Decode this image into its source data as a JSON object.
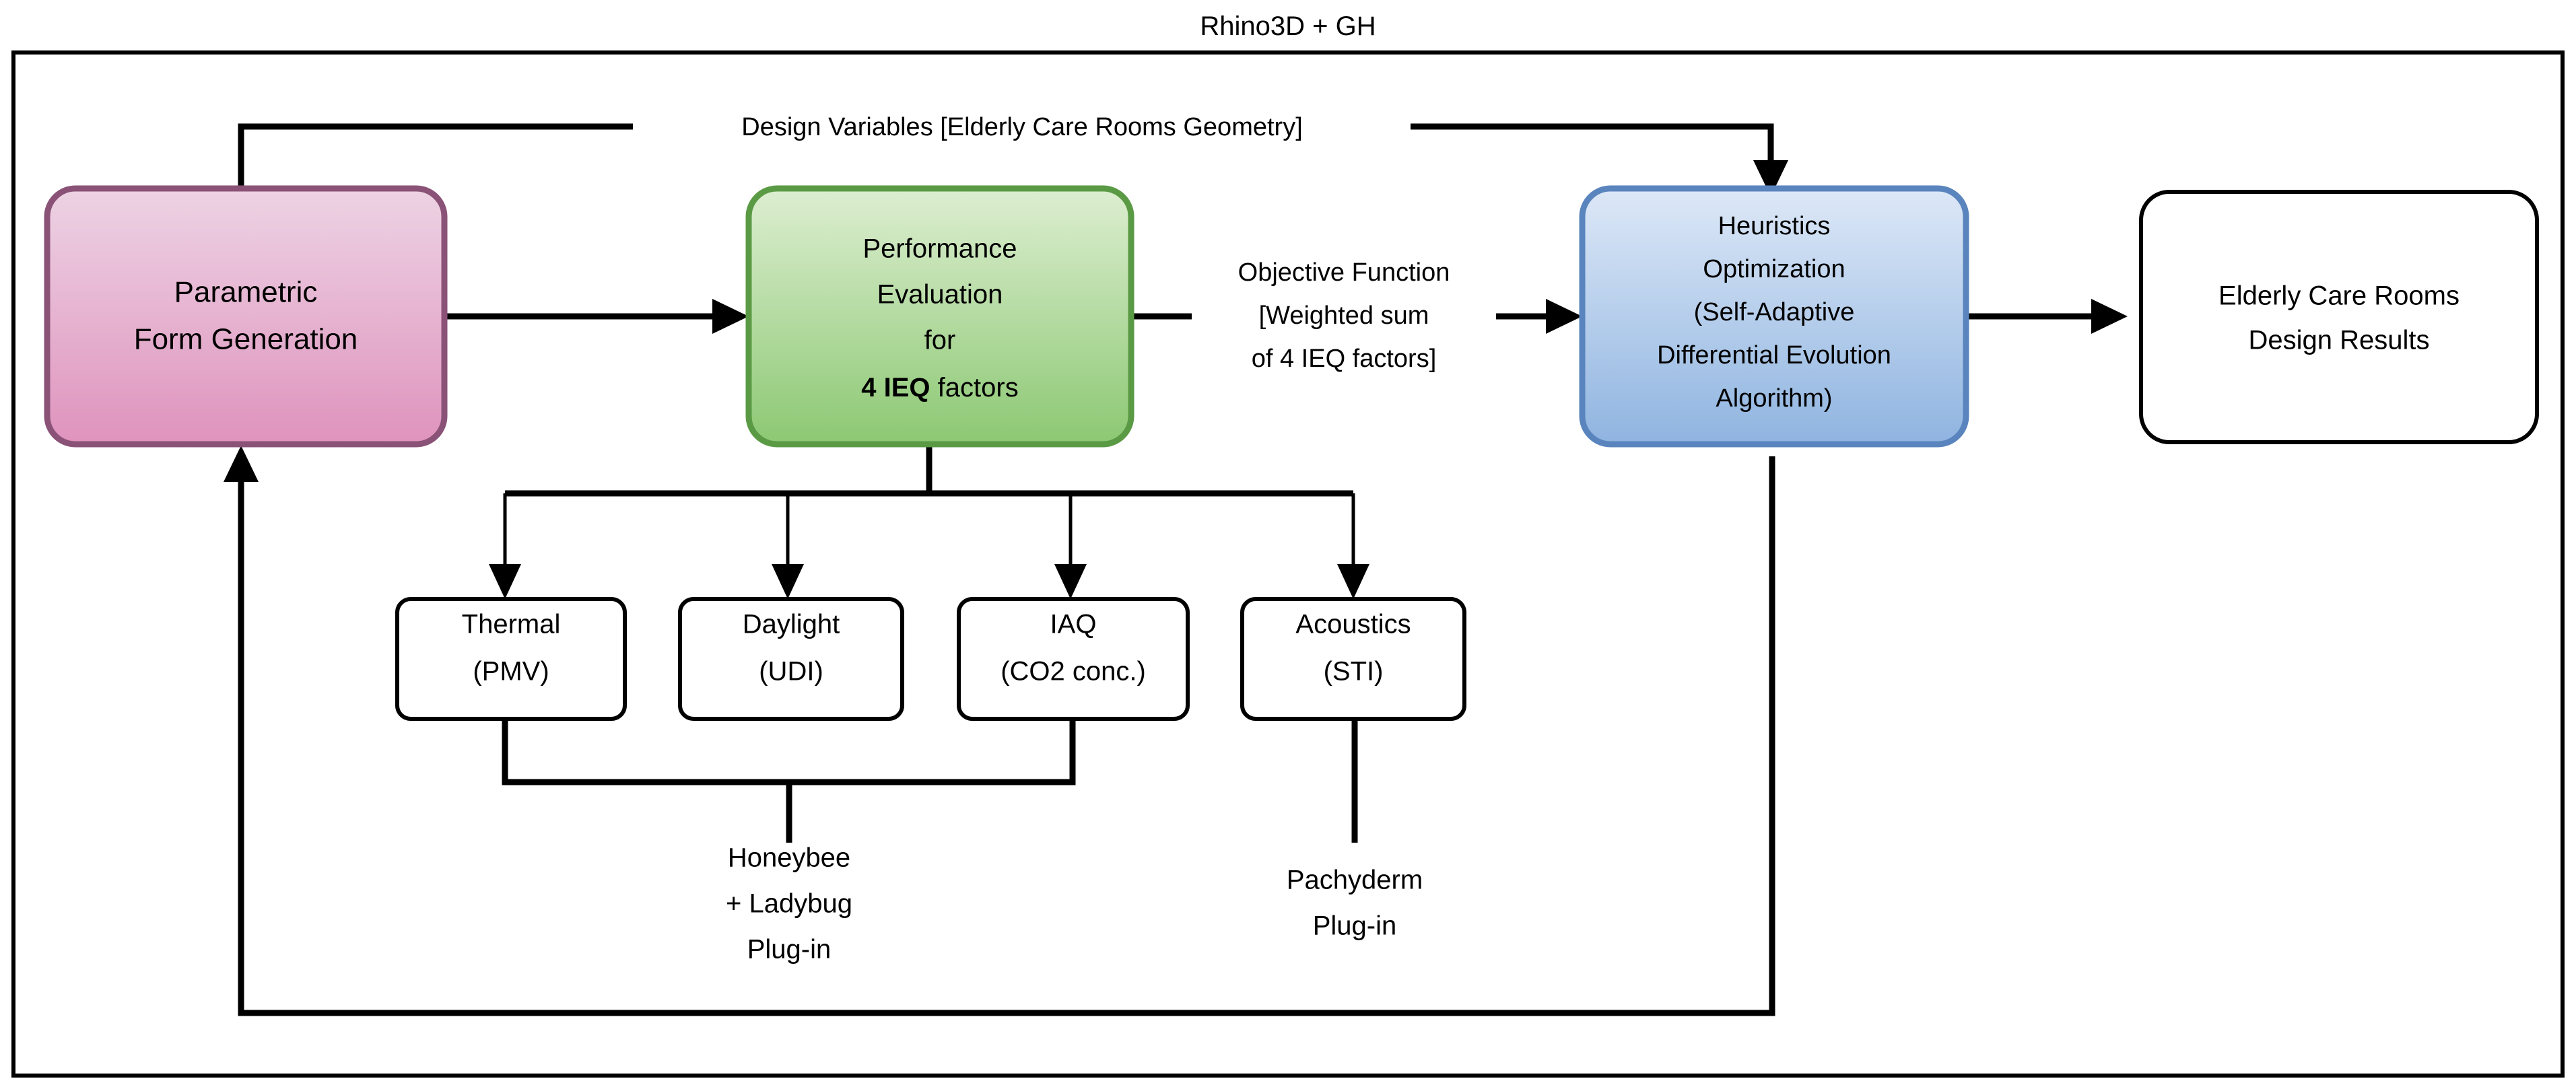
{
  "title": "Rhino3D + GH",
  "nodes": {
    "parametric": {
      "lines": [
        "Parametric",
        "Form Generation"
      ],
      "fill_top": "#edd3e4",
      "fill_bottom": "#df93bd",
      "stroke": "#8a5277"
    },
    "performance": {
      "lines": [
        "Performance",
        "Evaluation",
        "for"
      ],
      "bold_prefix": "4 IEQ",
      "tail": " factors",
      "fill_top": "#ddeed1",
      "fill_bottom": "#8cc873",
      "stroke": "#5a9a44"
    },
    "heuristics": {
      "lines": [
        "Heuristics",
        "Optimization",
        "(Self-Adaptive",
        "Differential Evolution",
        "Algorithm)"
      ],
      "fill_top": "#dde8f7",
      "fill_bottom": "#8fb4e0",
      "stroke": "#5a84bd"
    },
    "results": {
      "lines": [
        "Elderly Care Rooms",
        "Design Results"
      ],
      "fill": "#ffffff",
      "stroke": "#000000"
    }
  },
  "factors": [
    {
      "title": "Thermal",
      "metric": "(PMV)"
    },
    {
      "title": "Daylight",
      "metric": "(UDI)"
    },
    {
      "title": "IAQ",
      "metric": "(CO2 conc.)"
    },
    {
      "title": "Acoustics",
      "metric": "(STI)"
    }
  ],
  "edge_labels": {
    "design_variables": "Design Variables [Elderly Care Rooms Geometry]",
    "objective_function_line1": "Objective Function",
    "objective_function_line2": "[Weighted sum",
    "objective_function_line3": "of 4 IEQ factors]"
  },
  "plugins": [
    {
      "lines": [
        "Honeybee",
        "+ Ladybug",
        "Plug-in"
      ]
    },
    {
      "lines": [
        "Pachyderm",
        "Plug-in"
      ]
    }
  ],
  "colors": {
    "line": "#000000",
    "frame": "#000000",
    "background": "#ffffff"
  }
}
